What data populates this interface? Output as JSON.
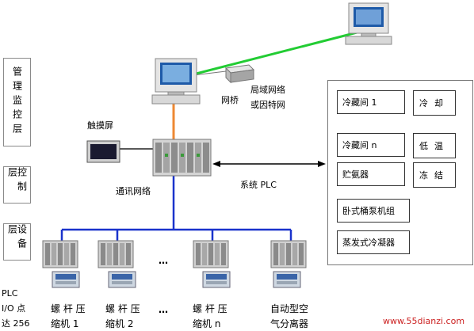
{
  "layers": {
    "management": "管理监控层",
    "control": "控制层",
    "device": "设备层"
  },
  "labels": {
    "bridge": "网桥",
    "lan_line1": "局域网络",
    "lan_line2": "或因特网",
    "touchscreen": "触摸屏",
    "comm_network": "通讯网络",
    "system_plc": "系统 PLC",
    "ellipsis": "…",
    "plc_io_line1": "PLC",
    "plc_io_line2": "I/O 点",
    "plc_io_line3": "达 256",
    "watermark": "www.55dianzi.com"
  },
  "devices": [
    {
      "line1": "螺 杆 压",
      "line2": "缩机 1"
    },
    {
      "line1": "螺 杆 压",
      "line2": "缩机 2"
    },
    {
      "line1": "螺 杆 压",
      "line2": "缩机 n"
    },
    {
      "line1": "自动型空",
      "line2": "气分离器"
    }
  ],
  "system": {
    "cold_room_1": "冷藏间 1",
    "cooling": "冷却",
    "cold_room_n": "冷藏间 n",
    "low_temp": "低温",
    "ammonia_storage": "贮氨器",
    "freezing": "冻结",
    "barrel_pump": "卧式桶泵机组",
    "evap_condenser": "蒸发式冷凝器"
  },
  "colors": {
    "green_link": "#22cc33",
    "orange_link": "#ee8833",
    "blue_bus": "#1a33cc"
  }
}
